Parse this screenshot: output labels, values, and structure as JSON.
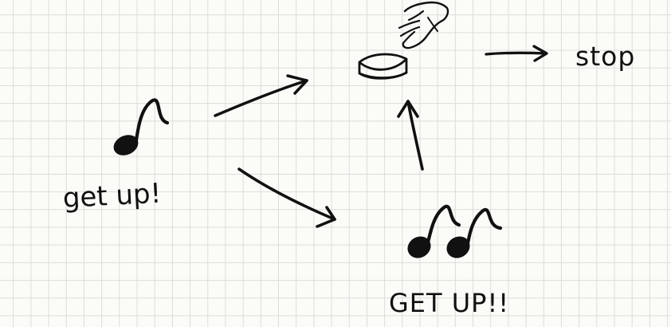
{
  "labels": {
    "stop": "stop",
    "get_up": "get up!",
    "get_up_loud": "GET UP!!"
  },
  "icons": {
    "single_note": "eighth-note-icon",
    "double_note": "double-eighth-note-icon",
    "button": "push-button-icon",
    "hand": "pointing-hand-icon"
  },
  "colors": {
    "ink": "#111111",
    "paper": "#fbfbf8",
    "grid": "#dcdcd8"
  }
}
